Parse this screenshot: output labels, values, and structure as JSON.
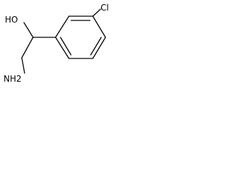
{
  "structure": {
    "atoms": [
      {
        "id": "oh",
        "label": "HO"
      },
      {
        "id": "nh2",
        "label": "NH2"
      },
      {
        "id": "cl",
        "label": "Cl"
      }
    ]
  }
}
